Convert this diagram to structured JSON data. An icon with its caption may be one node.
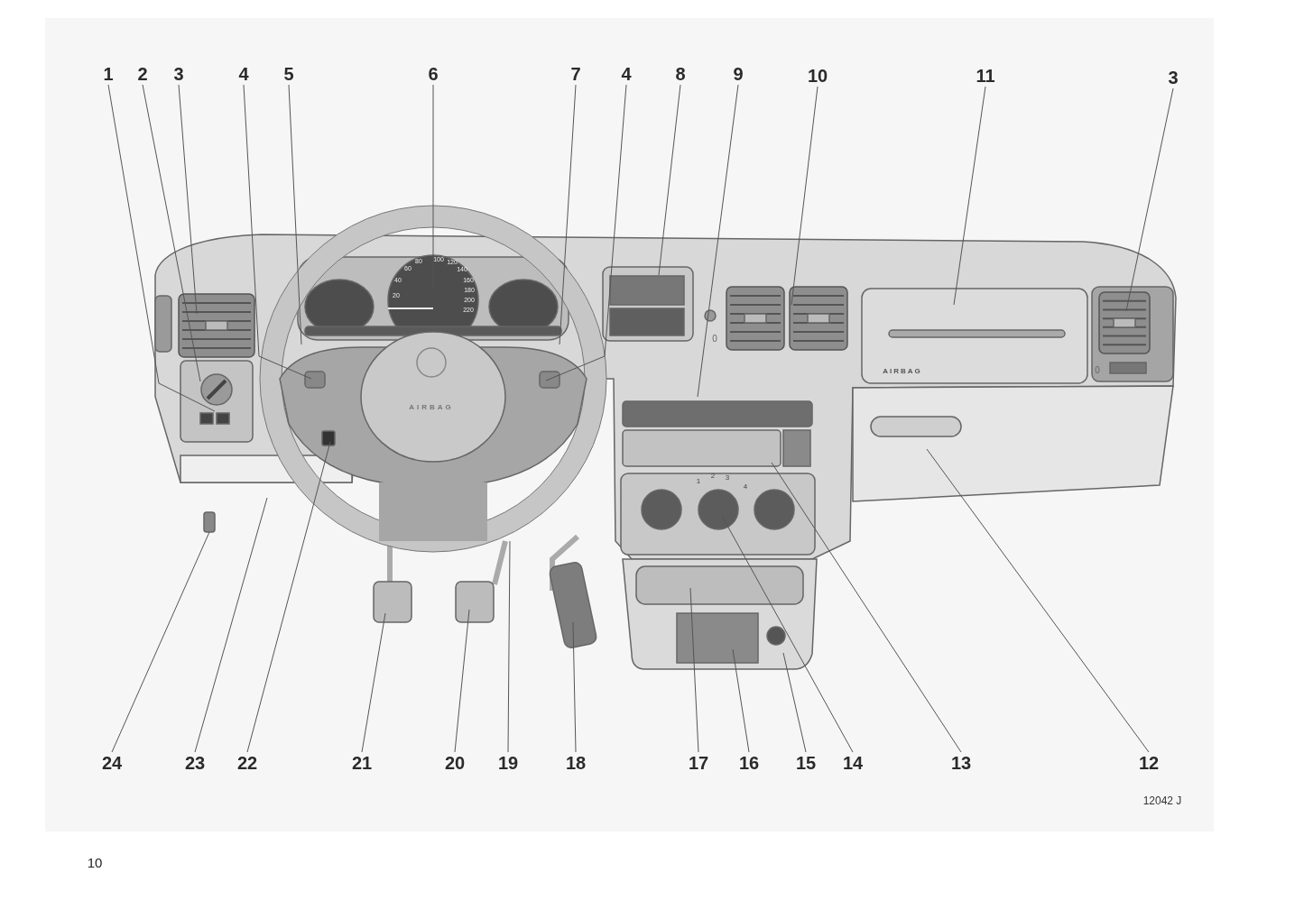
{
  "diagram": {
    "nodes": [
      {
        "text": [
          "1"
        ]
      },
      {
        "text": [
          "2"
        ]
      },
      {
        "text": [
          "3"
        ]
      },
      {
        "text": [
          "4"
        ]
      },
      {
        "text": [
          "5"
        ]
      },
      {
        "text": [
          "6"
        ]
      },
      {
        "text": [
          "7"
        ]
      },
      {
        "text": [
          "4"
        ]
      },
      {
        "text": [
          "8"
        ]
      },
      {
        "text": [
          "9"
        ]
      },
      {
        "text": [
          "10"
        ]
      },
      {
        "text": [
          "11"
        ]
      },
      {
        "text": [
          "3"
        ]
      },
      {
        "text": [
          "24"
        ]
      },
      {
        "text": [
          "23"
        ]
      },
      {
        "text": [
          "22"
        ]
      },
      {
        "text": [
          "21"
        ]
      },
      {
        "text": [
          "20"
        ]
      },
      {
        "text": [
          "19"
        ]
      },
      {
        "text": [
          "18"
        ]
      },
      {
        "text": [
          "17"
        ]
      },
      {
        "text": [
          "16"
        ]
      },
      {
        "text": [
          "15"
        ]
      },
      {
        "text": [
          "14"
        ]
      },
      {
        "text": [
          "13"
        ]
      },
      {
        "text": [
          "12"
        ]
      }
    ],
    "edges": [
      {
        "from": 0,
        "to": null,
        "arrow": "none"
      },
      {
        "from": 1,
        "to": null,
        "arrow": "none"
      },
      {
        "from": 2,
        "to": null,
        "arrow": "none"
      },
      {
        "from": 3,
        "to": null,
        "arrow": "none"
      },
      {
        "from": 4,
        "to": null,
        "arrow": "none"
      },
      {
        "from": 5,
        "to": null,
        "arrow": "none"
      },
      {
        "from": 6,
        "to": null,
        "arrow": "none"
      },
      {
        "from": 7,
        "to": null,
        "arrow": "none"
      },
      {
        "from": 8,
        "to": null,
        "arrow": "none"
      },
      {
        "from": 9,
        "to": null,
        "arrow": "none"
      },
      {
        "from": 10,
        "to": null,
        "arrow": "none"
      },
      {
        "from": 11,
        "to": null,
        "arrow": "none"
      },
      {
        "from": 12,
        "to": null,
        "arrow": "none"
      },
      {
        "from": 13,
        "to": null,
        "arrow": "none"
      },
      {
        "from": 14,
        "to": null,
        "arrow": "none"
      },
      {
        "from": 15,
        "to": null,
        "arrow": "none"
      },
      {
        "from": 16,
        "to": null,
        "arrow": "none"
      },
      {
        "from": 17,
        "to": null,
        "arrow": "none"
      },
      {
        "from": 18,
        "to": null,
        "arrow": "none"
      },
      {
        "from": 19,
        "to": null,
        "arrow": "none"
      },
      {
        "from": 20,
        "to": null,
        "arrow": "none"
      },
      {
        "from": 21,
        "to": null,
        "arrow": "none"
      },
      {
        "from": 22,
        "to": null,
        "arrow": "none"
      },
      {
        "from": 23,
        "to": null,
        "arrow": "none"
      },
      {
        "from": 24,
        "to": null,
        "arrow": "none"
      },
      {
        "from": 25,
        "to": null,
        "arrow": "none"
      }
    ],
    "labels": [
      "20",
      "40",
      "60",
      "80",
      "100",
      "120",
      "140",
      "160",
      "180",
      "200",
      "220",
      "0",
      "0",
      "AIRBAG",
      "AIRBAG",
      "1",
      "2",
      "3",
      "4",
      "12042 J",
      "10"
    ]
  }
}
